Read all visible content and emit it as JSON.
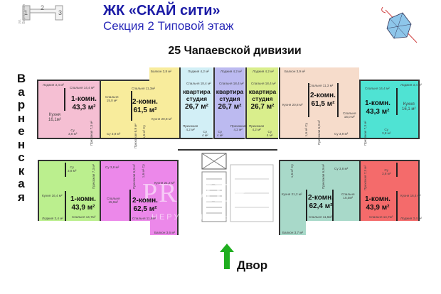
{
  "header": {
    "title": "ЖК «СКАЙ сити»",
    "subtitle": "Секция 2 Типовой этаж"
  },
  "mini_plan": {
    "street": "ул. Варненская",
    "sections": [
      "1",
      "2",
      "3"
    ]
  },
  "streets": {
    "top": "25 Чапаевской дивизии",
    "left": "Варненская"
  },
  "yard": {
    "label": "Двор",
    "arrow_color": "#1fae1f"
  },
  "watermark": {
    "line1": "PRIMER",
    "line2": "НЕРУХОМІСТЬ"
  },
  "apartments": {
    "a1": {
      "color": "#f5bfd3",
      "type": "1-комн.",
      "area": "43,3 м²",
      "rooms": [
        "Лоджия 3,4 м²",
        "Спальня 14,4 м²",
        "Кухня",
        "16,1м²",
        "Су",
        "3,8 м²",
        "Прихожая 7,3 м²"
      ]
    },
    "a2": {
      "color": "#f8ec9c",
      "type": "2-комн.",
      "area": "61,5 м²",
      "rooms": [
        "Спальня",
        "15,0 м²",
        "Спальня 11,3м²",
        "Балкон 3,8 м²",
        "Кухня 20,8 м²",
        "Су 3,9 м²",
        "Прихожая 6,9 м²",
        "1,6 м² Су"
      ]
    },
    "a3": {
      "color": "#d2eff6",
      "type": "квартира студия",
      "area": "26,7 м²",
      "rooms": [
        "Лоджия 4,2 м²",
        "Спальня 18,4 м²",
        "Прихожая",
        "4,2 м²",
        "Су",
        "4 м²"
      ]
    },
    "a4": {
      "color": "#bcbaf0",
      "type": "квартира студия",
      "area": "26,7 м²",
      "rooms": [
        "Лоджия 4,2 м²",
        "Спальня 18,4 м²",
        "Су",
        "4 м²",
        "Прихожая",
        "4,2 м²"
      ]
    },
    "a5": {
      "color": "#d9ee8c",
      "type": "квартира студия",
      "area": "26,7 м²",
      "rooms": [
        "Лоджия 4,2 м²",
        "Спальня 18,4 м²",
        "Прихожая",
        "4,2 м²",
        "Су",
        "4 м²"
      ]
    },
    "a6": {
      "color": "#f6dccb",
      "type": "2-комн.",
      "area": "61,5 м²",
      "rooms": [
        "Балкон 3,9 м²",
        "Спальня 11,3 м²",
        "Кухня 20,8 м²",
        "Спальня",
        "15,0 м²",
        "Прихожая 6,9 м²",
        "1,6 м² Су",
        "Су 3,9 м²"
      ]
    },
    "a7": {
      "color": "#4fe3d3",
      "type": "1-комн.",
      "area": "43,3 м²",
      "rooms": [
        "Спальня 14,4 м²",
        "Лоджия 3,4 м²",
        "Кухня",
        "16,1 м²",
        "Прихожая 7,3 м²",
        "Су",
        "3,8 м²"
      ]
    },
    "b1": {
      "color": "#bbef8e",
      "type": "1-комн.",
      "area": "43,9 м²",
      "rooms": [
        "Су",
        "3,8 м²",
        "Прихожая 7,3 м²",
        "Кухня 16,4 м²",
        "Лоджия 3,4 м²",
        "Спальня 14,7м²"
      ]
    },
    "b2": {
      "color": "#ec88ea",
      "type": "2-комн.",
      "area": "62,5 м²",
      "rooms": [
        "Су 3,8 м²",
        "Прихожая 6,9 м²",
        "1,6 м² Су",
        "Спальня",
        "15,0м²",
        "Спальня 11,6м²",
        "Кухня 21,2 м²",
        "Балкон 3,6 м²"
      ]
    },
    "b3": {
      "color": "#a8d9c9",
      "type": "2-комн.",
      "area": "62,4 м²",
      "rooms": [
        "1,6 м² Су",
        "Прихожая 6,9 м²",
        "Су 3,8 м²",
        "Кухня 21,2 м²",
        "Спальня",
        "15,0м²",
        "Спальня 11,6м²",
        "Балкон 3,7 м²"
      ]
    },
    "b4": {
      "color": "#f46b6b",
      "type": "1-комн.",
      "area": "43,9 м²",
      "rooms": [
        "Прихожая 7,3 м²",
        "Су",
        "3,8 м²",
        "Кухня 16,4 м²",
        "Спальня 14,7м²",
        "Лоджия 3,4 м²"
      ]
    }
  }
}
